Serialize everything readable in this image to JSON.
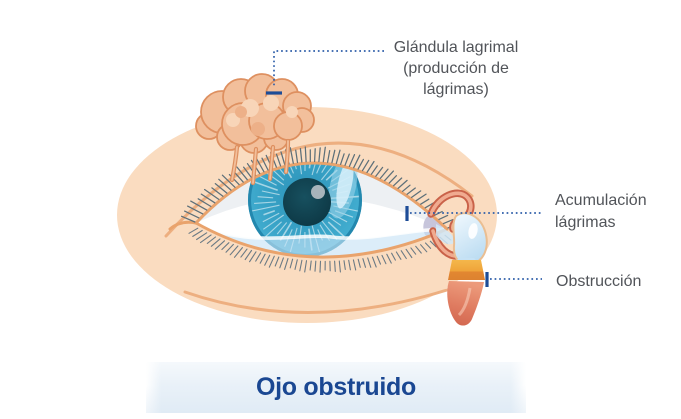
{
  "labels": {
    "gland": "Glándula lagrimal\n(producción de\nlágrimas)",
    "accumulation": "Acumulación\nlágrimas",
    "obstruction": "Obstrucción"
  },
  "title": "Ojo obstruido",
  "colors": {
    "leader_blue": "#2E5EA9",
    "tick_blue": "#1D4C97",
    "label_gray": "#515459",
    "title_blue": "#1A4792",
    "band_blue": "#E9F1F8",
    "skin": "#FADCC0",
    "crease": "#ECAC7C",
    "iris_blue": "#3AA6CA",
    "pupil_dark": "#11404F",
    "tear_blue": "#C7E2F4",
    "gland_fill": "#F2BF9B",
    "gland_stroke": "#DE9060",
    "canaliculi_red": "#C96249",
    "sac_blue": "#CBE3F5",
    "obstruction_amber": "#F0A43C",
    "duct_salmon": "#E08A6B"
  }
}
